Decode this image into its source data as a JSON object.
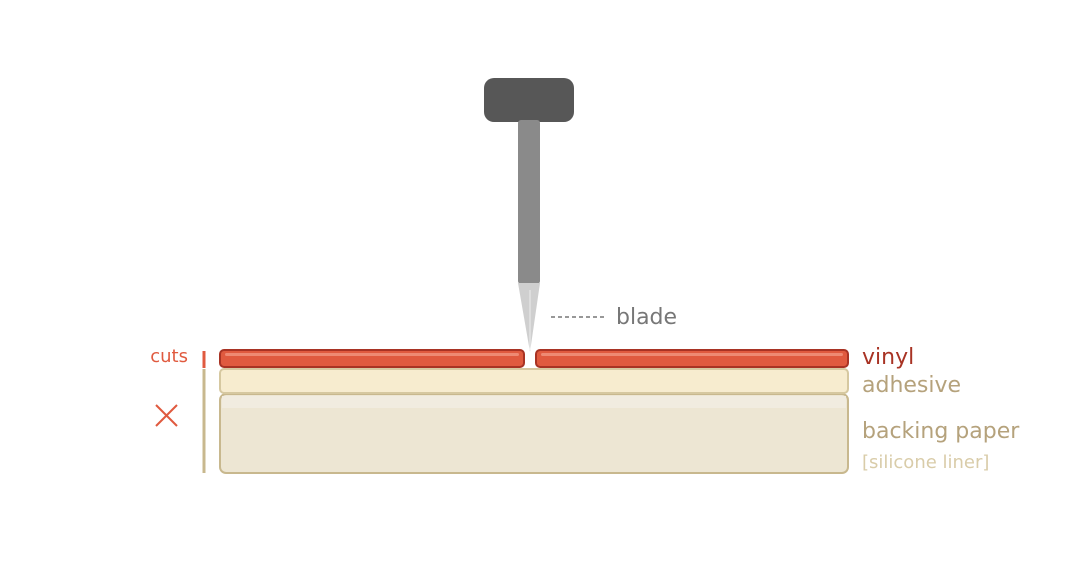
{
  "labels": {
    "blade": "blade",
    "vinyl": "vinyl",
    "adhesive": "adhesive",
    "backing": "backing paper",
    "liner": "[silicone liner]",
    "cuts": "cuts"
  },
  "icons": {
    "no_cut": "cross-icon"
  },
  "colors": {
    "handle": "#575757",
    "shaft": "#8a8a8a",
    "blade_tip": "#cfcfcf",
    "vinyl_fill": "#e05a3f",
    "vinyl_stroke": "#a83324",
    "vinyl_text": "#a83324",
    "adhesive_fill": "#f7eccf",
    "adhesive_stroke": "#d6c8a0",
    "backing_fill": "#ede6d3",
    "backing_stroke": "#c8b88e",
    "backing_text": "#b5a27c",
    "liner_text": "#d9cca9",
    "cut_marker": "#e05a3f",
    "cross": "#e05a3f",
    "blade_text": "#777777"
  }
}
